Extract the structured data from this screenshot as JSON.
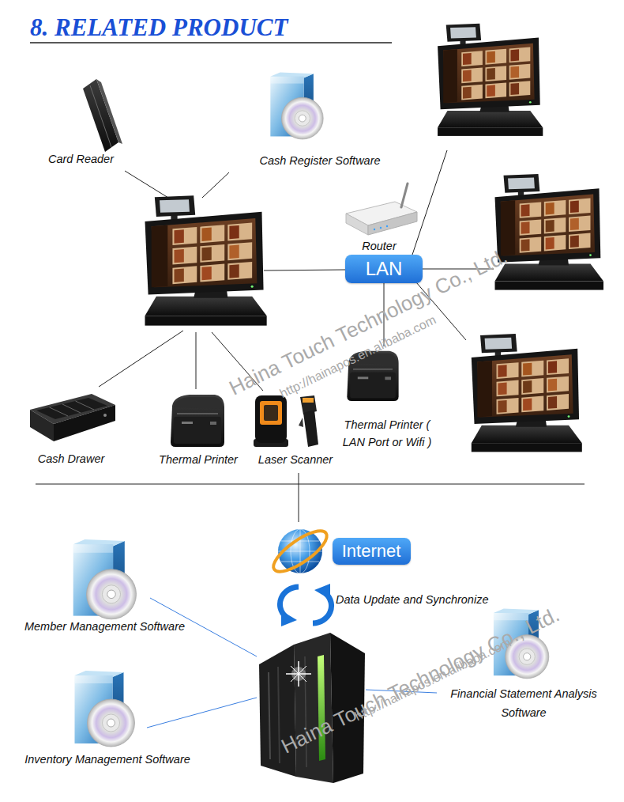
{
  "diagram": {
    "title": "8. RELATED PRODUCT",
    "nodes": [
      {
        "text": [
          "Card Reader"
        ]
      },
      {
        "text": [
          "Cash Register Software"
        ]
      },
      {
        "text": [
          "Router"
        ]
      },
      {
        "text": [
          "LAN"
        ]
      },
      {
        "text": [
          "Cash Drawer"
        ]
      },
      {
        "text": [
          "Thermal Printer"
        ]
      },
      {
        "text": [
          "Laser Scanner"
        ]
      },
      {
        "text": [
          "Thermal Printer ( LAN Port or Wifi )"
        ]
      },
      {
        "text": [
          "Internet"
        ]
      },
      {
        "text": [
          "Member Management Software"
        ]
      },
      {
        "text": [
          "Inventory Management Software"
        ]
      },
      {
        "text": [
          "Financial Statement Analysis Software"
        ]
      }
    ],
    "edges": [
      {
        "from": 3,
        "to": 7,
        "arrow": "none"
      }
    ],
    "labels": [
      "Data Update and Synchronize",
      "Haina Touch Technology Co., Ltd.",
      "http://hainapos.en.alibaba.com",
      "Haina Touch Technology Co., Ltd.",
      "http://hainapos.en.alibaba.com"
    ]
  }
}
